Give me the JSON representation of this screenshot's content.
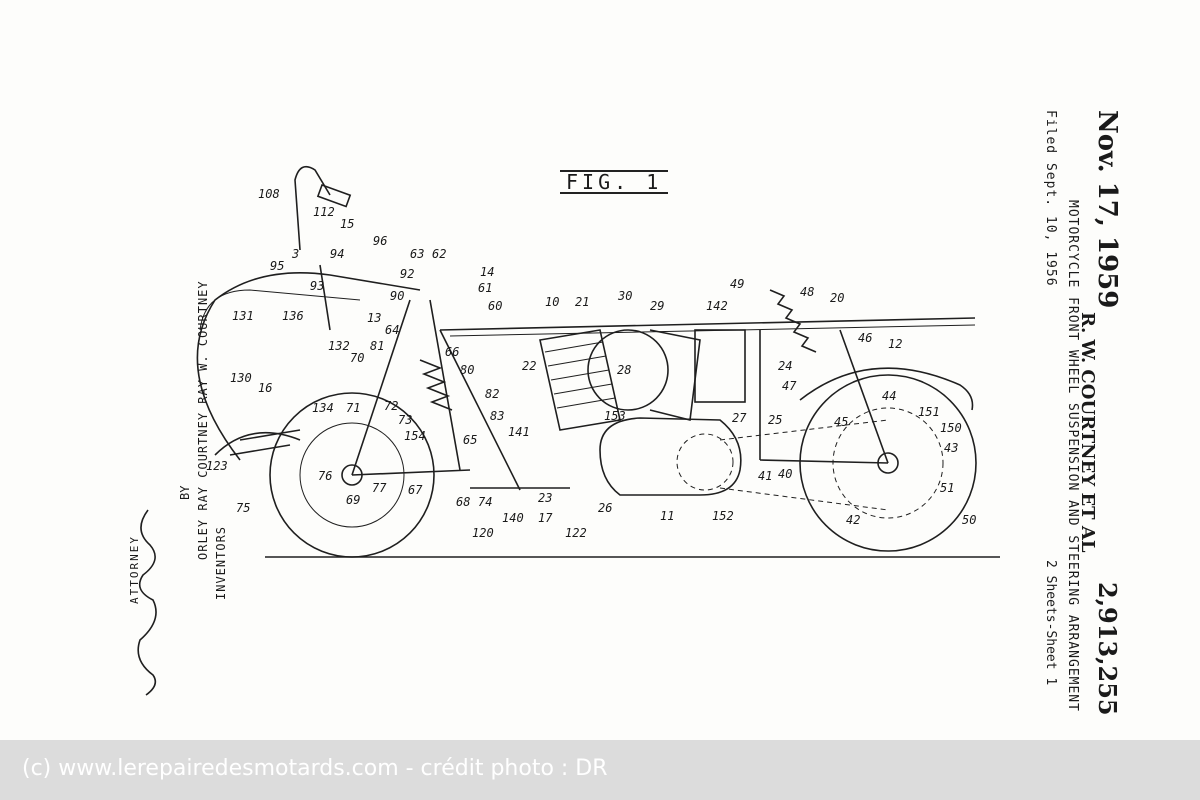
{
  "header": {
    "date": "Nov. 17, 1959",
    "inventor_line": "R. W. COURTNEY ET AL",
    "patent_number": "2,913,255",
    "title": "MOTORCYCLE FRONT WHEEL SUSPENSION AND STEERING ARRANGEMENT",
    "filed": "Filed Sept. 10, 1956",
    "sheets": "2 Sheets-Sheet 1"
  },
  "figure": {
    "label": "FIG. 1"
  },
  "inventors": {
    "label": "INVENTORS",
    "names": "ORLEY RAY COURTNEY  RAY W. COURTNEY",
    "by": "BY",
    "role": "ATTORNEY"
  },
  "reference_numerals": [
    "108",
    "112",
    "15",
    "3",
    "94",
    "96",
    "95",
    "93",
    "92",
    "63",
    "62",
    "14",
    "61",
    "60",
    "10",
    "21",
    "30",
    "29",
    "142",
    "49",
    "48",
    "20",
    "131",
    "136",
    "13",
    "64",
    "90",
    "132",
    "81",
    "130",
    "16",
    "70",
    "66",
    "80",
    "82",
    "83",
    "134",
    "71",
    "72",
    "73",
    "154",
    "65",
    "141",
    "153",
    "22",
    "28",
    "24",
    "47",
    "46",
    "12",
    "27",
    "25",
    "44",
    "45",
    "151",
    "150",
    "43",
    "123",
    "76",
    "77",
    "69",
    "67",
    "68",
    "74",
    "140",
    "17",
    "23",
    "120",
    "122",
    "26",
    "11",
    "152",
    "41",
    "40",
    "42",
    "51",
    "50",
    "75"
  ],
  "footer": {
    "credit": "(c) www.lerepairedesmotards.com  - crédit photo : DR"
  }
}
